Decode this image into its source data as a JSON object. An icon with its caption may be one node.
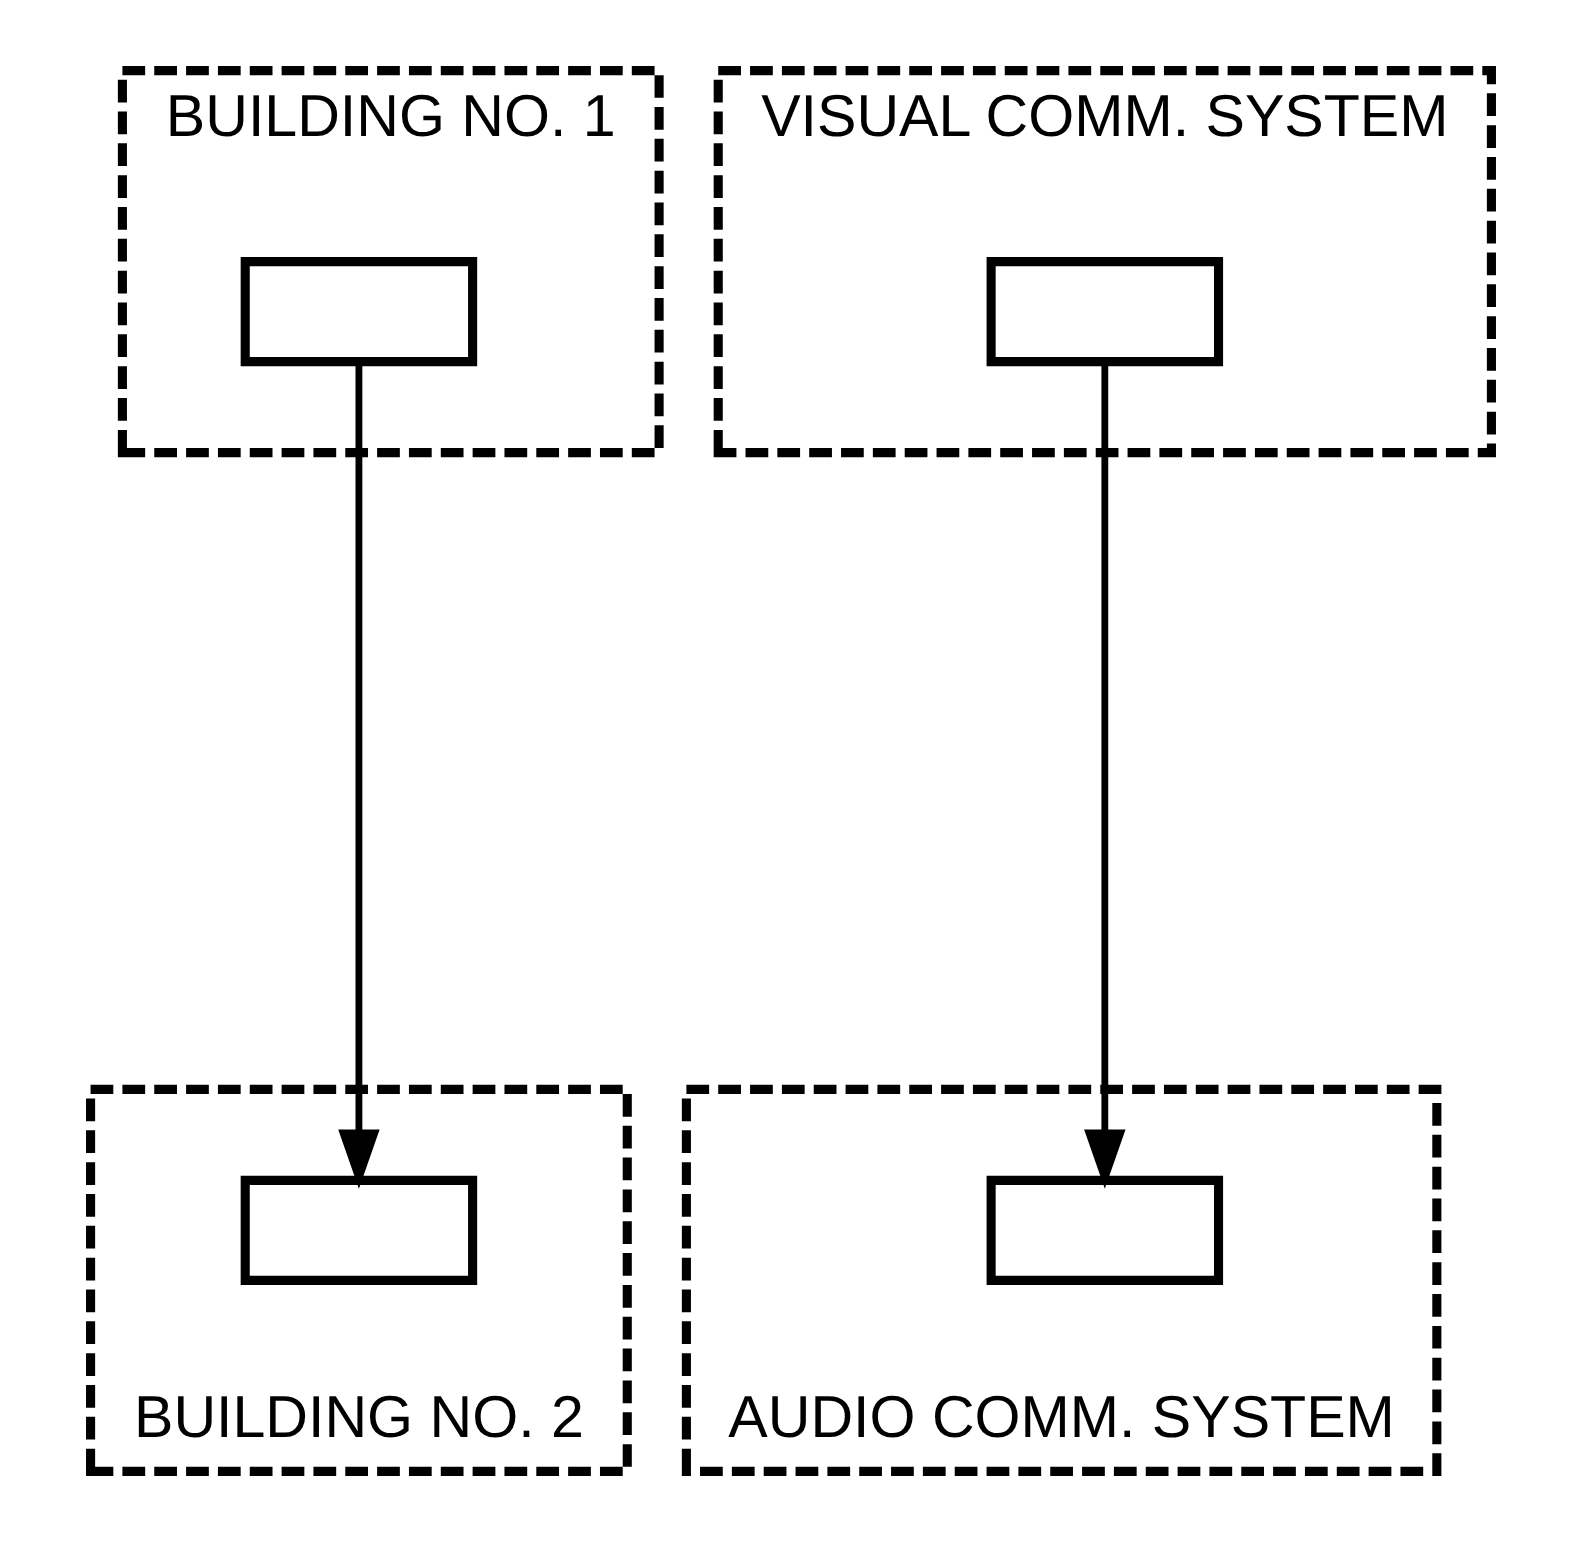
{
  "diagram": {
    "nodes": [
      {
        "text": [
          "BUILDING NO. 1"
        ]
      },
      {
        "text": [],
        "shape": "box",
        "in": 0
      },
      {
        "text": [
          "VISUAL COMM. SYSTEM"
        ]
      },
      {
        "text": [],
        "shape": "box",
        "in": 2
      },
      {
        "text": [
          "BUILDING NO. 2"
        ]
      },
      {
        "text": [],
        "shape": "box",
        "in": 4
      },
      {
        "text": [
          "AUDIO COMM. SYSTEM"
        ]
      },
      {
        "text": [],
        "shape": "box",
        "in": 6
      }
    ],
    "edges": [
      {
        "from": 1,
        "to": 5,
        "arrow": "to"
      },
      {
        "from": 3,
        "to": 7,
        "arrow": "to"
      }
    ]
  }
}
